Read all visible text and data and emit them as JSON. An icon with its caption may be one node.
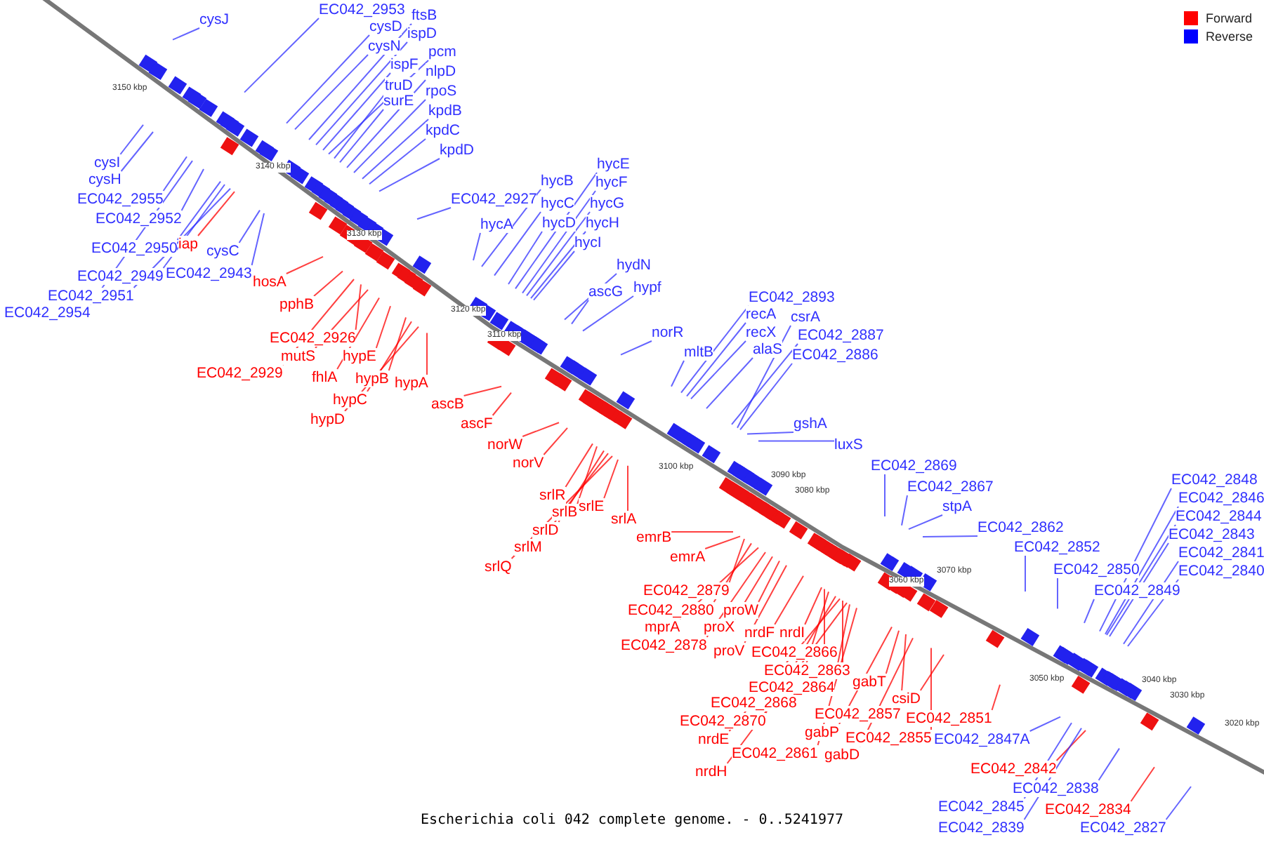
{
  "diagram": {
    "caption": "Escherichia coli 042 complete genome. - 0..5241977",
    "nodes": [
      {
        "text": [
          "cysJ"
        ]
      },
      {
        "text": [
          "EC042_2953"
        ]
      },
      {
        "text": [
          "ftsB"
        ]
      },
      {
        "text": [
          "cysD"
        ]
      },
      {
        "text": [
          "ispD"
        ]
      },
      {
        "text": [
          "cysN"
        ]
      },
      {
        "text": [
          "pcm"
        ]
      },
      {
        "text": [
          "ispF"
        ]
      },
      {
        "text": [
          "nlpD"
        ]
      },
      {
        "text": [
          "truD"
        ]
      },
      {
        "text": [
          "rpoS"
        ]
      },
      {
        "text": [
          "surE"
        ]
      },
      {
        "text": [
          "kpdB"
        ]
      },
      {
        "text": [
          "kpdC"
        ]
      },
      {
        "text": [
          "kpdD"
        ]
      },
      {
        "text": [
          "cysI"
        ]
      },
      {
        "text": [
          "cysH"
        ]
      },
      {
        "text": [
          "EC042_2955"
        ]
      },
      {
        "text": [
          "EC042_2952"
        ]
      },
      {
        "text": [
          "EC042_2950"
        ]
      },
      {
        "text": [
          "iap"
        ]
      },
      {
        "text": [
          "cysC"
        ]
      },
      {
        "text": [
          "EC042_2949"
        ]
      },
      {
        "text": [
          "EC042_2943"
        ]
      },
      {
        "text": [
          "EC042_2951"
        ]
      },
      {
        "text": [
          "EC042_2954"
        ]
      },
      {
        "text": [
          "hosA"
        ]
      },
      {
        "text": [
          "EC042_2927"
        ]
      },
      {
        "text": [
          "pphB"
        ]
      },
      {
        "text": [
          "hycA"
        ]
      },
      {
        "text": [
          "hycB"
        ]
      },
      {
        "text": [
          "hycE"
        ]
      },
      {
        "text": [
          "hycC"
        ]
      },
      {
        "text": [
          "hycF"
        ]
      },
      {
        "text": [
          "hycG"
        ]
      },
      {
        "text": [
          "hycD"
        ]
      },
      {
        "text": [
          "hycH"
        ]
      },
      {
        "text": [
          "hycI"
        ]
      },
      {
        "text": [
          "hydN"
        ]
      },
      {
        "text": [
          "hypf"
        ]
      },
      {
        "text": [
          "ascG"
        ]
      },
      {
        "text": [
          "EC042_2926"
        ]
      },
      {
        "text": [
          "mutS"
        ]
      },
      {
        "text": [
          "hypE"
        ]
      },
      {
        "text": [
          "EC042_2929"
        ]
      },
      {
        "text": [
          "fhlA"
        ]
      },
      {
        "text": [
          "hypB"
        ]
      },
      {
        "text": [
          "hypA"
        ]
      },
      {
        "text": [
          "hypC"
        ]
      },
      {
        "text": [
          "hypD"
        ]
      },
      {
        "text": [
          "norR"
        ]
      },
      {
        "text": [
          "EC042_2893"
        ]
      },
      {
        "text": [
          "recA"
        ]
      },
      {
        "text": [
          "csrA"
        ]
      },
      {
        "text": [
          "recX"
        ]
      },
      {
        "text": [
          "EC042_2887"
        ]
      },
      {
        "text": [
          "mltB"
        ]
      },
      {
        "text": [
          "alaS"
        ]
      },
      {
        "text": [
          "EC042_2886"
        ]
      },
      {
        "text": [
          "ascB"
        ]
      },
      {
        "text": [
          "ascF"
        ]
      },
      {
        "text": [
          "gshA"
        ]
      },
      {
        "text": [
          "norW"
        ]
      },
      {
        "text": [
          "luxS"
        ]
      },
      {
        "text": [
          "norV"
        ]
      },
      {
        "text": [
          "EC042_2869"
        ]
      },
      {
        "text": [
          "EC042_2848"
        ]
      },
      {
        "text": [
          "EC042_2867"
        ]
      },
      {
        "text": [
          "srlR"
        ]
      },
      {
        "text": [
          "EC042_2846"
        ]
      },
      {
        "text": [
          "stpA"
        ]
      },
      {
        "text": [
          "srlE"
        ]
      },
      {
        "text": [
          "srlB"
        ]
      },
      {
        "text": [
          "EC042_2844"
        ]
      },
      {
        "text": [
          "srlA"
        ]
      },
      {
        "text": [
          "EC042_2862"
        ]
      },
      {
        "text": [
          "srlD"
        ]
      },
      {
        "text": [
          "EC042_2843"
        ]
      },
      {
        "text": [
          "emrB"
        ]
      },
      {
        "text": [
          "EC042_2852"
        ]
      },
      {
        "text": [
          "srlM"
        ]
      },
      {
        "text": [
          "EC042_2841"
        ]
      },
      {
        "text": [
          "emrA"
        ]
      },
      {
        "text": [
          "srlQ"
        ]
      },
      {
        "text": [
          "EC042_2850"
        ]
      },
      {
        "text": [
          "EC042_2840"
        ]
      },
      {
        "text": [
          "EC042_2879"
        ]
      },
      {
        "text": [
          "EC042_2849"
        ]
      },
      {
        "text": [
          "EC042_2880"
        ]
      },
      {
        "text": [
          "proW"
        ]
      },
      {
        "text": [
          "mprA"
        ]
      },
      {
        "text": [
          "proX"
        ]
      },
      {
        "text": [
          "nrdF"
        ]
      },
      {
        "text": [
          "nrdI"
        ]
      },
      {
        "text": [
          "EC042_2878"
        ]
      },
      {
        "text": [
          "proV"
        ]
      },
      {
        "text": [
          "EC042_2866"
        ]
      },
      {
        "text": [
          "EC042_2863"
        ]
      },
      {
        "text": [
          "gabT"
        ]
      },
      {
        "text": [
          "EC042_2864"
        ]
      },
      {
        "text": [
          "csiD"
        ]
      },
      {
        "text": [
          "EC042_2868"
        ]
      },
      {
        "text": [
          "EC042_2857"
        ]
      },
      {
        "text": [
          "EC042_2851"
        ]
      },
      {
        "text": [
          "EC042_2870"
        ]
      },
      {
        "text": [
          "gabP"
        ]
      },
      {
        "text": [
          "EC042_2855"
        ]
      },
      {
        "text": [
          "EC042_2847A"
        ]
      },
      {
        "text": [
          "nrdE"
        ]
      },
      {
        "text": [
          "EC042_2861"
        ]
      },
      {
        "text": [
          "gabD"
        ]
      },
      {
        "text": [
          "EC042_2842"
        ]
      },
      {
        "text": [
          "nrdH"
        ]
      },
      {
        "text": [
          "EC042_2838"
        ]
      },
      {
        "text": [
          "EC042_2845"
        ]
      },
      {
        "text": [
          "EC042_2834"
        ]
      },
      {
        "text": [
          "EC042_2839"
        ]
      },
      {
        "text": [
          "EC042_2827"
        ]
      }
    ],
    "edges": [
      {
        "from": 0,
        "to": null,
        "arrow": "none"
      },
      {
        "from": 1,
        "to": null,
        "arrow": "none"
      },
      {
        "from": 2,
        "to": null,
        "arrow": "none"
      },
      {
        "from": 3,
        "to": null,
        "arrow": "none"
      },
      {
        "from": 4,
        "to": null,
        "arrow": "none"
      },
      {
        "from": 5,
        "to": null,
        "arrow": "none"
      },
      {
        "from": 6,
        "to": null,
        "arrow": "none"
      },
      {
        "from": 7,
        "to": null,
        "arrow": "none"
      },
      {
        "from": 8,
        "to": null,
        "arrow": "none"
      },
      {
        "from": 9,
        "to": null,
        "arrow": "none"
      },
      {
        "from": 10,
        "to": null,
        "arrow": "none"
      },
      {
        "from": 11,
        "to": null,
        "arrow": "none"
      },
      {
        "from": 12,
        "to": null,
        "arrow": "none"
      },
      {
        "from": 13,
        "to": null,
        "arrow": "none"
      },
      {
        "from": 14,
        "to": null,
        "arrow": "none"
      },
      {
        "from": 15,
        "to": null,
        "arrow": "none"
      },
      {
        "from": 16,
        "to": null,
        "arrow": "none"
      },
      {
        "from": 17,
        "to": null,
        "arrow": "none"
      },
      {
        "from": 18,
        "to": null,
        "arrow": "none"
      },
      {
        "from": 19,
        "to": null,
        "arrow": "none"
      },
      {
        "from": 20,
        "to": null,
        "arrow": "none",
        "color": "#ff0000"
      },
      {
        "from": 21,
        "to": null,
        "arrow": "none"
      },
      {
        "from": 22,
        "to": null,
        "arrow": "none"
      },
      {
        "from": 23,
        "to": null,
        "arrow": "none"
      },
      {
        "from": 24,
        "to": null,
        "arrow": "none"
      },
      {
        "from": 25,
        "to": null,
        "arrow": "none"
      },
      {
        "from": 26,
        "to": null,
        "arrow": "none",
        "color": "#ff0000"
      },
      {
        "from": 27,
        "to": null,
        "arrow": "none"
      },
      {
        "from": 28,
        "to": null,
        "arrow": "none",
        "color": "#ff0000"
      },
      {
        "from": 29,
        "to": null,
        "arrow": "none"
      },
      {
        "from": 30,
        "to": null,
        "arrow": "none"
      },
      {
        "from": 31,
        "to": null,
        "arrow": "none"
      },
      {
        "from": 32,
        "to": null,
        "arrow": "none"
      },
      {
        "from": 33,
        "to": null,
        "arrow": "none"
      },
      {
        "from": 34,
        "to": null,
        "arrow": "none"
      },
      {
        "from": 35,
        "to": null,
        "arrow": "none"
      },
      {
        "from": 36,
        "to": null,
        "arrow": "none"
      },
      {
        "from": 37,
        "to": null,
        "arrow": "none"
      },
      {
        "from": 38,
        "to": null,
        "arrow": "none"
      },
      {
        "from": 39,
        "to": null,
        "arrow": "none"
      },
      {
        "from": 40,
        "to": null,
        "arrow": "none"
      },
      {
        "from": 41,
        "to": null,
        "arrow": "none",
        "color": "#ff0000"
      },
      {
        "from": 42,
        "to": null,
        "arrow": "none",
        "color": "#ff0000"
      },
      {
        "from": 43,
        "to": null,
        "arrow": "none",
        "color": "#ff0000"
      },
      {
        "from": 44,
        "to": null,
        "arrow": "none",
        "color": "#ff0000"
      },
      {
        "from": 45,
        "to": null,
        "arrow": "none",
        "color": "#ff0000"
      },
      {
        "from": 46,
        "to": null,
        "arrow": "none",
        "color": "#ff0000"
      },
      {
        "from": 47,
        "to": null,
        "arrow": "none",
        "color": "#ff0000"
      },
      {
        "from": 48,
        "to": null,
        "arrow": "none",
        "color": "#ff0000"
      },
      {
        "from": 49,
        "to": null,
        "arrow": "none",
        "color": "#ff0000"
      },
      {
        "from": 50,
        "to": null,
        "arrow": "none"
      },
      {
        "from": 51,
        "to": null,
        "arrow": "none"
      },
      {
        "from": 52,
        "to": null,
        "arrow": "none"
      },
      {
        "from": 53,
        "to": null,
        "arrow": "none"
      },
      {
        "from": 54,
        "to": null,
        "arrow": "none"
      },
      {
        "from": 55,
        "to": null,
        "arrow": "none"
      },
      {
        "from": 56,
        "to": null,
        "arrow": "none"
      },
      {
        "from": 57,
        "to": null,
        "arrow": "none"
      },
      {
        "from": 58,
        "to": null,
        "arrow": "none"
      },
      {
        "from": 59,
        "to": null,
        "arrow": "none",
        "color": "#ff0000"
      },
      {
        "from": 60,
        "to": null,
        "arrow": "none",
        "color": "#ff0000"
      },
      {
        "from": 61,
        "to": null,
        "arrow": "none"
      },
      {
        "from": 62,
        "to": null,
        "arrow": "none",
        "color": "#ff0000"
      },
      {
        "from": 63,
        "to": null,
        "arrow": "none"
      },
      {
        "from": 64,
        "to": null,
        "arrow": "none",
        "color": "#ff0000"
      },
      {
        "from": 65,
        "to": null,
        "arrow": "none"
      },
      {
        "from": 66,
        "to": null,
        "arrow": "none"
      },
      {
        "from": 67,
        "to": null,
        "arrow": "none"
      },
      {
        "from": 68,
        "to": null,
        "arrow": "none",
        "color": "#ff0000"
      },
      {
        "from": 69,
        "to": null,
        "arrow": "none"
      },
      {
        "from": 70,
        "to": null,
        "arrow": "none"
      },
      {
        "from": 71,
        "to": null,
        "arrow": "none",
        "color": "#ff0000"
      },
      {
        "from": 72,
        "to": null,
        "arrow": "none",
        "color": "#ff0000"
      },
      {
        "from": 73,
        "to": null,
        "arrow": "none"
      },
      {
        "from": 74,
        "to": null,
        "arrow": "none",
        "color": "#ff0000"
      },
      {
        "from": 75,
        "to": null,
        "arrow": "none"
      },
      {
        "from": 76,
        "to": null,
        "arrow": "none",
        "color": "#ff0000"
      },
      {
        "from": 77,
        "to": null,
        "arrow": "none"
      },
      {
        "from": 78,
        "to": null,
        "arrow": "none",
        "color": "#ff0000"
      },
      {
        "from": 79,
        "to": null,
        "arrow": "none"
      },
      {
        "from": 80,
        "to": null,
        "arrow": "none",
        "color": "#ff0000"
      },
      {
        "from": 81,
        "to": null,
        "arrow": "none"
      },
      {
        "from": 82,
        "to": null,
        "arrow": "none",
        "color": "#ff0000"
      },
      {
        "from": 83,
        "to": null,
        "arrow": "none",
        "color": "#ff0000"
      },
      {
        "from": 84,
        "to": null,
        "arrow": "none"
      },
      {
        "from": 85,
        "to": null,
        "arrow": "none"
      },
      {
        "from": 86,
        "to": null,
        "arrow": "none",
        "color": "#ff0000"
      },
      {
        "from": 87,
        "to": null,
        "arrow": "none"
      },
      {
        "from": 88,
        "to": null,
        "arrow": "none",
        "color": "#ff0000"
      },
      {
        "from": 89,
        "to": null,
        "arrow": "none",
        "color": "#ff0000"
      },
      {
        "from": 90,
        "to": null,
        "arrow": "none",
        "color": "#ff0000"
      },
      {
        "from": 91,
        "to": null,
        "arrow": "none",
        "color": "#ff0000"
      },
      {
        "from": 92,
        "to": null,
        "arrow": "none",
        "color": "#ff0000"
      },
      {
        "from": 93,
        "to": null,
        "arrow": "none",
        "color": "#ff0000"
      },
      {
        "from": 94,
        "to": null,
        "arrow": "none",
        "color": "#ff0000"
      },
      {
        "from": 95,
        "to": null,
        "arrow": "none",
        "color": "#ff0000"
      },
      {
        "from": 96,
        "to": null,
        "arrow": "none",
        "color": "#ff0000"
      },
      {
        "from": 97,
        "to": null,
        "arrow": "none",
        "color": "#ff0000"
      },
      {
        "from": 98,
        "to": null,
        "arrow": "none",
        "color": "#ff0000"
      },
      {
        "from": 99,
        "to": null,
        "arrow": "none",
        "color": "#ff0000"
      },
      {
        "from": 100,
        "to": null,
        "arrow": "none",
        "color": "#ff0000"
      },
      {
        "from": 101,
        "to": null,
        "arrow": "none",
        "color": "#ff0000"
      },
      {
        "from": 102,
        "to": null,
        "arrow": "none",
        "color": "#ff0000"
      },
      {
        "from": 103,
        "to": null,
        "arrow": "none",
        "color": "#ff0000"
      },
      {
        "from": 104,
        "to": null,
        "arrow": "none",
        "color": "#ff0000"
      },
      {
        "from": 105,
        "to": null,
        "arrow": "none",
        "color": "#ff0000"
      },
      {
        "from": 106,
        "to": null,
        "arrow": "none",
        "color": "#ff0000"
      },
      {
        "from": 107,
        "to": null,
        "arrow": "none"
      },
      {
        "from": 108,
        "to": null,
        "arrow": "none",
        "color": "#ff0000"
      },
      {
        "from": 109,
        "to": null,
        "arrow": "none",
        "color": "#ff0000"
      },
      {
        "from": 110,
        "to": null,
        "arrow": "none",
        "color": "#ff0000"
      },
      {
        "from": 111,
        "to": null,
        "arrow": "none",
        "color": "#ff0000"
      },
      {
        "from": 112,
        "to": null,
        "arrow": "none",
        "color": "#ff0000"
      },
      {
        "from": 113,
        "to": null,
        "arrow": "none"
      },
      {
        "from": 114,
        "to": null,
        "arrow": "none"
      },
      {
        "from": 115,
        "to": null,
        "arrow": "none",
        "color": "#ff0000"
      },
      {
        "from": 116,
        "to": null,
        "arrow": "none"
      },
      {
        "from": 117,
        "to": null,
        "arrow": "none"
      }
    ],
    "labels": [
      "3150 kbp",
      "3140 kbp",
      "3130 kbp",
      "3120 kbp",
      "3110 kbp",
      "3100 kbp",
      "3090 kbp",
      "3080 kbp",
      "3070 kbp",
      "3060 kbp",
      "3050 kbp",
      "3040 kbp",
      "3030 kbp",
      "3020 kbp"
    ],
    "legend": [
      {
        "text": "Forward",
        "color": "#ff0000"
      },
      {
        "text": "Reverse",
        "color": "#0000ff"
      }
    ]
  }
}
